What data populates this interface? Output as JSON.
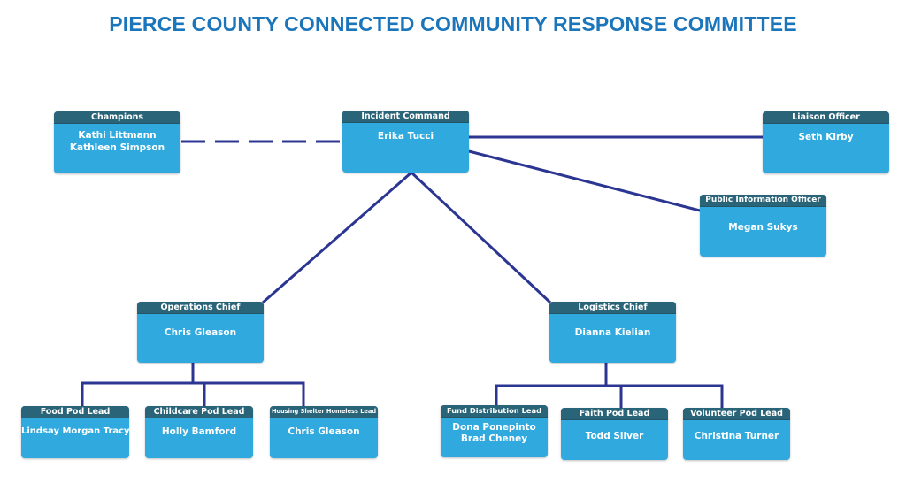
{
  "title": "PIERCE COUNTY CONNECTED COMMUNITY RESPONSE COMMITTEE",
  "colors": {
    "title": "#1a75bb",
    "box_fill": "#30a9de",
    "box_header": "#2a6478",
    "connector": "#2b3592"
  },
  "nodes": {
    "champions": {
      "role": "Champions",
      "names": [
        "Kathi Littmann",
        "Kathleen Simpson"
      ]
    },
    "incident_command": {
      "role": "Incident Command",
      "names": [
        "Erika Tucci"
      ]
    },
    "liaison_officer": {
      "role": "Liaison Officer",
      "names": [
        "Seth Kirby"
      ]
    },
    "public_information_officer": {
      "role": "Public Information Officer",
      "names": [
        "Megan Sukys"
      ]
    },
    "operations_chief": {
      "role": "Operations Chief",
      "names": [
        "Chris Gleason"
      ]
    },
    "logistics_chief": {
      "role": "Logistics Chief",
      "names": [
        "Dianna Kielian"
      ]
    },
    "food_pod_lead": {
      "role": "Food Pod Lead",
      "names": [
        "Lindsay Morgan Tracy"
      ]
    },
    "childcare_pod_lead": {
      "role": "Childcare Pod Lead",
      "names": [
        "Holly Bamford"
      ]
    },
    "housing_shelter_homeless_lead": {
      "role": "Housing Shelter Homeless Lead",
      "names": [
        "Chris Gleason"
      ]
    },
    "fund_distribution_lead": {
      "role": "Fund Distribution Lead",
      "names": [
        "Dona Ponepinto",
        "Brad Cheney"
      ]
    },
    "faith_pod_lead": {
      "role": "Faith Pod Lead",
      "names": [
        "Todd Silver"
      ]
    },
    "volunteer_pod_lead": {
      "role": "Volunteer Pod Lead",
      "names": [
        "Christina Turner"
      ]
    }
  },
  "connections": [
    {
      "from": "champions",
      "to": "incident_command",
      "style": "dashed"
    },
    {
      "from": "incident_command",
      "to": "liaison_officer",
      "style": "solid"
    },
    {
      "from": "incident_command",
      "to": "public_information_officer",
      "style": "solid"
    },
    {
      "from": "incident_command",
      "to": "operations_chief",
      "style": "solid"
    },
    {
      "from": "incident_command",
      "to": "logistics_chief",
      "style": "solid"
    },
    {
      "from": "operations_chief",
      "to": "food_pod_lead",
      "style": "solid"
    },
    {
      "from": "operations_chief",
      "to": "childcare_pod_lead",
      "style": "solid"
    },
    {
      "from": "operations_chief",
      "to": "housing_shelter_homeless_lead",
      "style": "solid"
    },
    {
      "from": "logistics_chief",
      "to": "fund_distribution_lead",
      "style": "solid"
    },
    {
      "from": "logistics_chief",
      "to": "faith_pod_lead",
      "style": "solid"
    },
    {
      "from": "logistics_chief",
      "to": "volunteer_pod_lead",
      "style": "solid"
    }
  ]
}
